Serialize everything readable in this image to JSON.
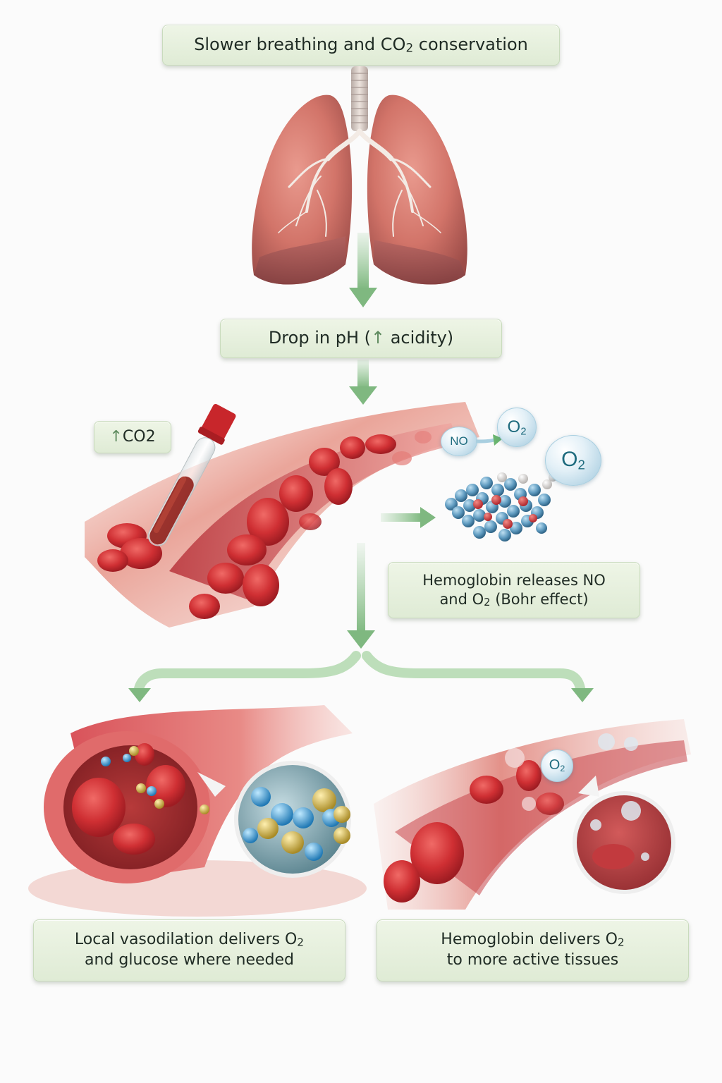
{
  "title_box": {
    "text": "Slower breathing and CO",
    "sub": "2",
    "after": " conservation"
  },
  "step2_box": {
    "before": "Drop in pH (",
    "arrow": "↑",
    "after": " acidity)"
  },
  "co2_badge": {
    "arrow": "↑",
    "text": "CO",
    "sub": "2"
  },
  "molecules": {
    "no": "NO",
    "o2_small": {
      "text": "O",
      "sub": "2"
    },
    "o2_large": {
      "text": "O",
      "sub": "2"
    }
  },
  "hemoglobin_box": {
    "line1": "Hemoglobin releases NO",
    "line2_before": "and O",
    "line2_sub": "2",
    "line2_after": " (Bohr effect)"
  },
  "left_outcome_box": {
    "line1_before": "Local vasodilation delivers O",
    "line1_sub": "2",
    "line2": "and glucose where needed"
  },
  "right_outcome_box": {
    "line1_before": "Hemoglobin delivers  O",
    "line1_sub": "2",
    "line2": "to more active tissues"
  },
  "right_vessel_bubble": {
    "text": "O",
    "sub": "2"
  },
  "colors": {
    "arrow_green": "#8fc58f",
    "box_fill": "#e6f0dd",
    "box_border": "#c9dbbd",
    "text_dark": "#1f2b24",
    "molecule_text": "#1e6b7e",
    "tissue_red": "#c9403e"
  }
}
